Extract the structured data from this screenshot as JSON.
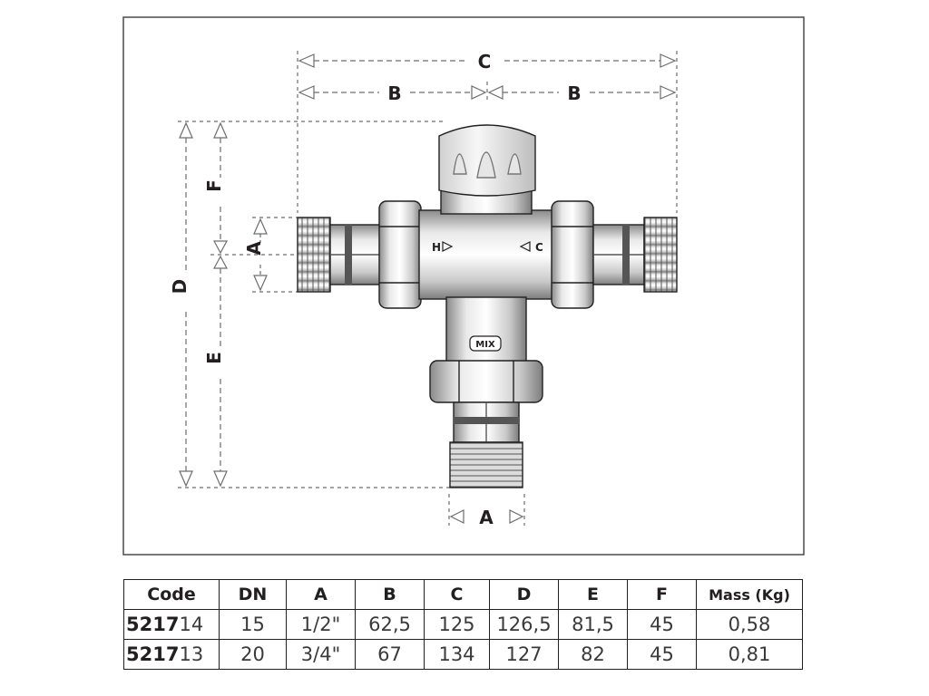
{
  "drawing": {
    "dimensions": {
      "top_overall": "C",
      "top_left": "B",
      "top_right": "B",
      "inlet_thread": "A",
      "bottom_thread": "A",
      "total_height": "D",
      "upper_height": "F",
      "lower_height": "E"
    },
    "valve_marks": {
      "hot": "H",
      "cold": "C",
      "mix": "MIX"
    }
  },
  "table": {
    "headers": [
      "Code",
      "DN",
      "A",
      "B",
      "C",
      "D",
      "E",
      "F",
      "Mass (Kg)"
    ],
    "rows": [
      {
        "code_main": "5217",
        "code_suffix": "14",
        "dn": "15",
        "a": "1/2\"",
        "b": "62,5",
        "c": "125",
        "d": "126,5",
        "e": "81,5",
        "f": "45",
        "mass": "0,58"
      },
      {
        "code_main": "5217",
        "code_suffix": "13",
        "dn": "20",
        "a": "3/4\"",
        "b": "67",
        "c": "134",
        "d": "127",
        "e": "82",
        "f": "45",
        "mass": "0,81"
      }
    ]
  },
  "colors": {
    "ink": "#231f20",
    "dimension_line": "#6d6d6d",
    "frame": "#4a4a4a",
    "valve_light": "#f2f2f2",
    "valve_mid": "#b5b5b5",
    "valve_dark": "#7a7a7a"
  }
}
